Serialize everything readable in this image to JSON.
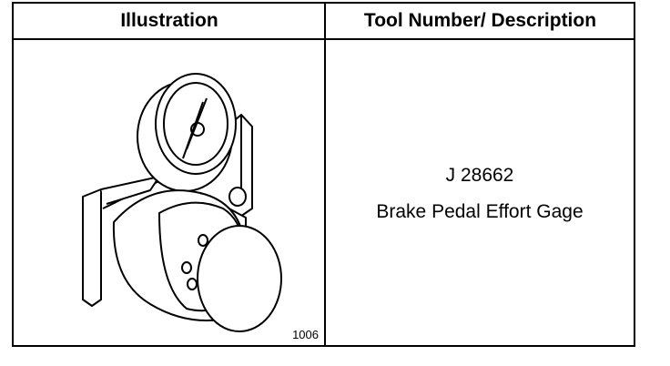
{
  "table": {
    "header_illustration": "Illustration",
    "header_tool": "Tool Number/ Description"
  },
  "row": {
    "figure_number": "1006",
    "tool_number": "J 28662",
    "tool_description": "Brake Pedal Effort Gage",
    "illustration_icon": "brake-pedal-effort-gage-drawing"
  }
}
